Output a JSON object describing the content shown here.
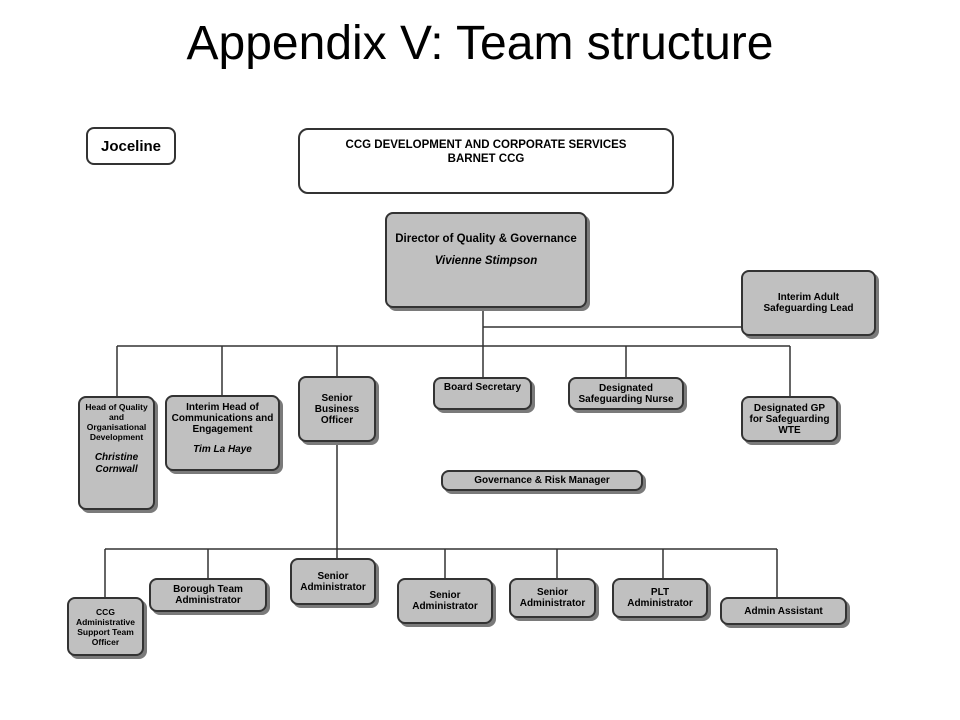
{
  "title": "Appendix V: Team structure",
  "label_box": "Joceline",
  "header": {
    "line1": "CCG DEVELOPMENT AND CORPORATE SERVICES",
    "line2": "BARNET CCG"
  },
  "nodes": {
    "director": {
      "title": "Director of Quality & Governance",
      "name": "Vivienne Stimpson"
    },
    "safeguarding_lead": {
      "title": "Interim Adult Safeguarding Lead"
    },
    "head_quality": {
      "title": "Head of Quality and Organisational Development",
      "name": "Christine Cornwall"
    },
    "head_comms": {
      "title": "Interim Head of Communications and Engagement",
      "name": "Tim La Haye"
    },
    "senior_business_officer": {
      "title": "Senior Business Officer"
    },
    "board_secretary": {
      "title": "Board Secretary"
    },
    "safeguarding_nurse": {
      "title": "Designated Safeguarding Nurse"
    },
    "designated_gp": {
      "title": "Designated GP for Safeguarding WTE"
    },
    "governance_risk": {
      "title": "Governance & Risk Manager"
    },
    "ccg_admin_support": {
      "title": "CCG Administrative Support Team Officer"
    },
    "borough_team_admin": {
      "title": "Borough Team Administrator"
    },
    "senior_admin_1": {
      "title": "Senior Administrator"
    },
    "senior_admin_2": {
      "title": "Senior Administrator"
    },
    "senior_admin_3": {
      "title": "Senior Administrator"
    },
    "plt_admin": {
      "title": "PLT Administrator"
    },
    "admin_assistant": {
      "title": "Admin Assistant"
    }
  }
}
